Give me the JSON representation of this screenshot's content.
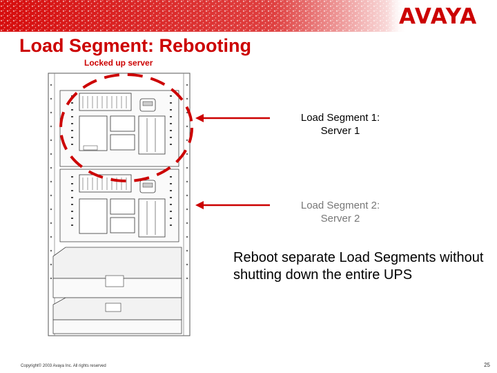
{
  "header": {
    "brand": "AVAYA",
    "banner_color": "#d40000"
  },
  "slide": {
    "title": "Load Segment: Rebooting",
    "subtitle": "Locked up server",
    "segment1_line1": "Load Segment 1:",
    "segment1_line2": "Server 1",
    "segment2_line1": "Load Segment 2:",
    "segment2_line2": "Server 2",
    "note": "Reboot separate Load Segments without shutting down the entire UPS",
    "accent_color": "#cc0000",
    "muted_color": "#777777"
  },
  "footer": {
    "copyright": "Copyright© 2003 Avaya Inc. All rights reserved",
    "page_number": "25"
  }
}
